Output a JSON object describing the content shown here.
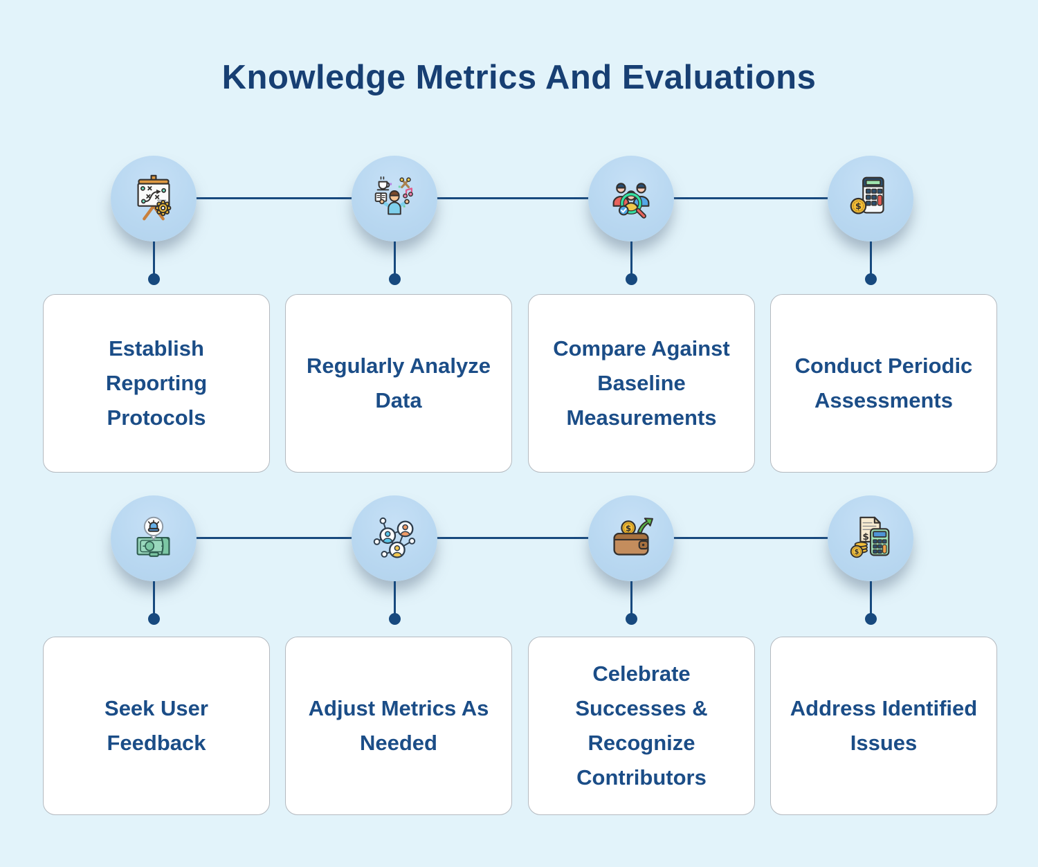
{
  "title": "Knowledge Metrics And Evaluations",
  "colors": {
    "background": "#e2f3fa",
    "accent_navy": "#17497e",
    "circle_fill": "#b9d8f1",
    "card_background": "#ffffff",
    "card_border": "#b4b9bf",
    "card_text": "#1b4d87"
  },
  "rows": [
    {
      "nodes": [
        {
          "icon": "strategy-board-icon",
          "label": "Establish Reporting Protocols"
        },
        {
          "icon": "hobbies-person-icon",
          "label": "Regularly Analyze Data"
        },
        {
          "icon": "team-screening-icon",
          "label": "Compare Against Baseline Measurements"
        },
        {
          "icon": "calculator-coin-icon",
          "label": "Conduct Periodic Assessments"
        }
      ]
    },
    {
      "nodes": [
        {
          "icon": "cash-alert-icon",
          "label": "Seek User Feedback"
        },
        {
          "icon": "people-network-icon",
          "label": "Adjust Metrics As Needed"
        },
        {
          "icon": "wallet-income-icon",
          "label": "Celebrate Successes & Recognize Contributors"
        },
        {
          "icon": "invoice-calculator-icon",
          "label": "Address Identified Issues"
        }
      ]
    }
  ]
}
